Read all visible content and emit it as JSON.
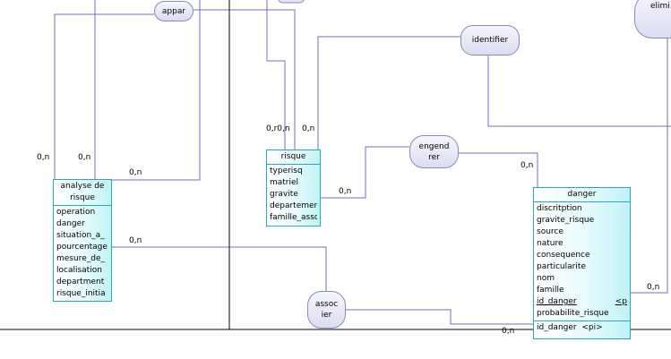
{
  "entities": {
    "analyse": {
      "name": "analyse de risque",
      "attributes": [
        "operation",
        "danger",
        "situation_a_",
        "pourcentage",
        "mesure_de_",
        "localisation",
        "department",
        "risque_initia"
      ]
    },
    "risque": {
      "name": "risque",
      "attributes": [
        "typerisq",
        "matriel",
        "gravite",
        "departemer",
        "famille_asso"
      ]
    },
    "danger": {
      "name": "danger",
      "attributes": [
        "discritption",
        "gravite_risque",
        "source",
        "nature",
        "consequence",
        "particularite",
        "nom",
        "famille"
      ],
      "pk_attr": "id_danger",
      "pk_tag": "<p",
      "after_pk": "probabilite_risque",
      "identifier": "id_danger  <pi>"
    }
  },
  "associations": {
    "appar": "appar",
    "identifier": "identifier",
    "engendrer": "engend rer",
    "associer": "assoc ier",
    "elim": "elimi"
  },
  "cardinalities": {
    "c1": "0,n",
    "c2": "0,n",
    "c3": "0,n",
    "c4": "0,n",
    "c5": "0,r0,n",
    "c6": "0,n",
    "c7": "0,n",
    "c8": "0,n",
    "c9": "0,n",
    "c10": "0,n"
  }
}
